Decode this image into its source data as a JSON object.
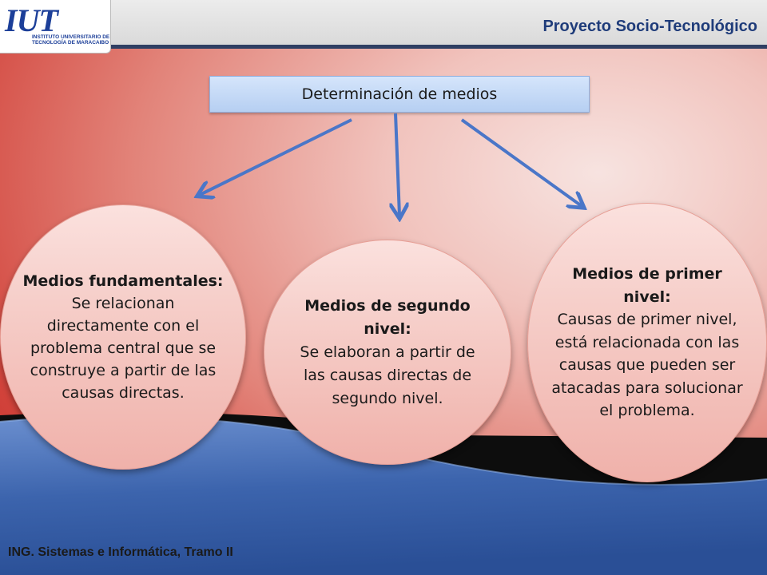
{
  "header": {
    "logo_word": "IUT",
    "logo_subtitle": "INSTITUTO UNIVERSITARIO DE\nTECNOLOGÍA DE MARACAIBO",
    "project_title": "Proyecto Socio-Tecnológico"
  },
  "diagram": {
    "title": "Determinación de medios",
    "nodes": [
      {
        "heading": "Medios fundamentales:",
        "body": "Se relacionan directamente con el problema central que se construye a partir de las causas directas."
      },
      {
        "heading": "Medios de segundo nivel:",
        "body": "Se elaboran a partir de las causas directas de segundo nivel."
      },
      {
        "heading": "Medios de primer nivel:",
        "body": "Causas de primer nivel, está relacionada con las causas que pueden ser atacadas para solucionar el problema."
      }
    ]
  },
  "footer": {
    "text": "ING. Sistemas e Informática, Tramo II"
  },
  "colors": {
    "arrow": "#4a76c8",
    "title_box": "#c7dbf7",
    "circle": "#f6cfca",
    "header_line": "#2f3f63"
  }
}
